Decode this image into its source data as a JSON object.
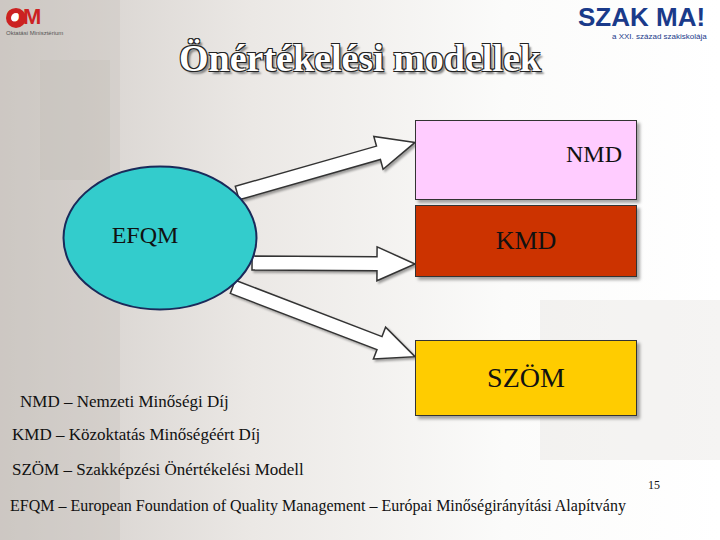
{
  "diagram": {
    "title": "Önértékelési modellek",
    "nodes": [
      {
        "text": [
          "EFQM"
        ]
      },
      {
        "text": [
          "NMD"
        ]
      },
      {
        "text": [
          "KMD"
        ]
      },
      {
        "text": [
          "SZÖM"
        ]
      }
    ],
    "edges": [
      {
        "from": 0,
        "to": 1,
        "arrow": "to"
      },
      {
        "from": 0,
        "to": 2,
        "arrow": "to"
      },
      {
        "from": 0,
        "to": 3,
        "arrow": "to"
      }
    ],
    "labels": [
      "OM",
      "Oktatási Minisztérium",
      "SZAK MA!",
      "a XXI. század szakiskolája",
      "NMD – Nemzeti Minőségi Díj",
      "KMD – Közoktatás Minőségéért Díj",
      "SZÖM – Szakképzési Önértékelési Modell",
      "EFQM – European Foundation of Quality Management – Európai Minőségirányítási Alapítvány",
      "15"
    ]
  }
}
